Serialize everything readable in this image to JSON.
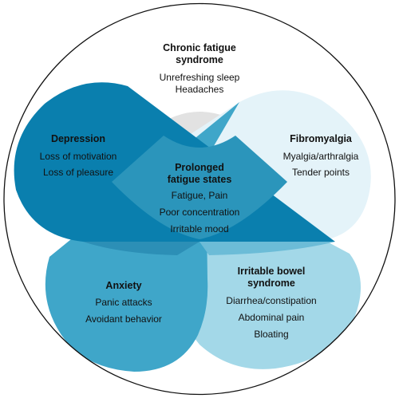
{
  "diagram": {
    "chronic_fatigue": {
      "title_lines": [
        "Chronic fatigue",
        "syndrome"
      ],
      "items": [
        "Unrefreshing sleep",
        "Headaches"
      ]
    },
    "depression": {
      "title": "Depression",
      "items": [
        "Loss of motivation",
        "Loss of pleasure"
      ]
    },
    "fibromyalgia": {
      "title": "Fibromyalgia",
      "items": [
        "Myalgia/arthralgia",
        "Tender points"
      ]
    },
    "prolonged_fatigue": {
      "title_lines": [
        "Prolonged",
        "fatigue states"
      ],
      "items": [
        "Fatigue, Pain",
        "Poor concentration",
        "Irritable mood"
      ]
    },
    "anxiety": {
      "title": "Anxiety",
      "items": [
        "Panic attacks",
        "Avoidant behavior"
      ]
    },
    "ibs": {
      "title_lines": [
        "Irritable bowel",
        "syndrome"
      ],
      "items": [
        "Diarrhea/constipation",
        "Abdominal pain",
        "Bloating"
      ]
    },
    "colors": {
      "depression": "#0a7fae",
      "fibromyalgia": "#e4f3f9",
      "anxiety": "#3fa6c9",
      "ibs": "#a3d8e8",
      "central": "#2b95bb",
      "chronic_fatigue": "#e2e2e2",
      "outline": "#111111"
    }
  }
}
